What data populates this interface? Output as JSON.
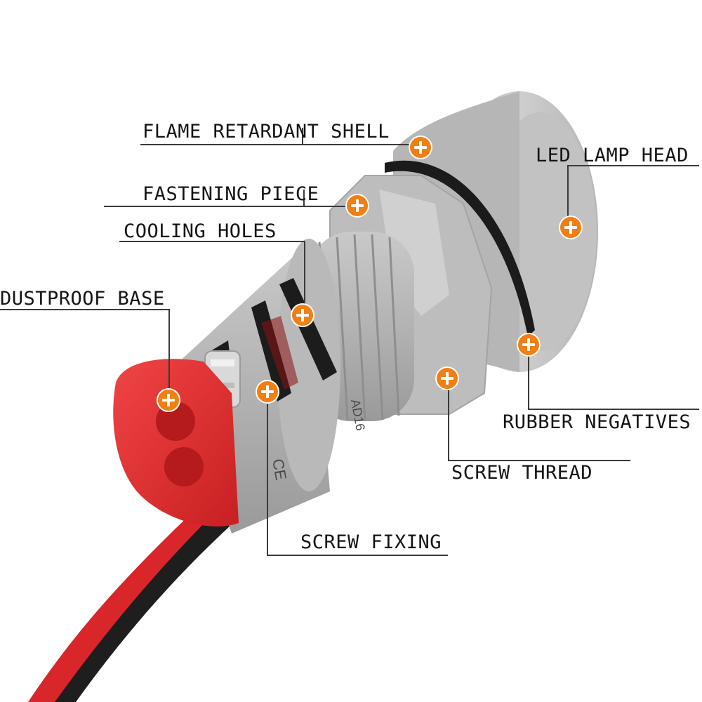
{
  "labels": {
    "flame_retardant_shell": "FLAME RETARDANT SHELL",
    "led_lamp_head": "LED LAMP HEAD",
    "fastening_piece": "FASTENING PIECE",
    "cooling_holes": "COOLING HOLES",
    "dustproof_base": "DUSTPROOF BASE",
    "rubber_negatives": "RUBBER NEGATIVES",
    "screw_thread": "SCREW THREAD",
    "screw_fixing": "SCREW FIXING"
  },
  "product_print": {
    "model": "AD16",
    "marks": "CE"
  },
  "icons": {
    "marker": "orange-plus-marker-icon"
  },
  "colors": {
    "marker": "#f07f14",
    "base": "#e8282a",
    "housing": "#bfbfbf",
    "leader_line": "#3a3a3a"
  }
}
